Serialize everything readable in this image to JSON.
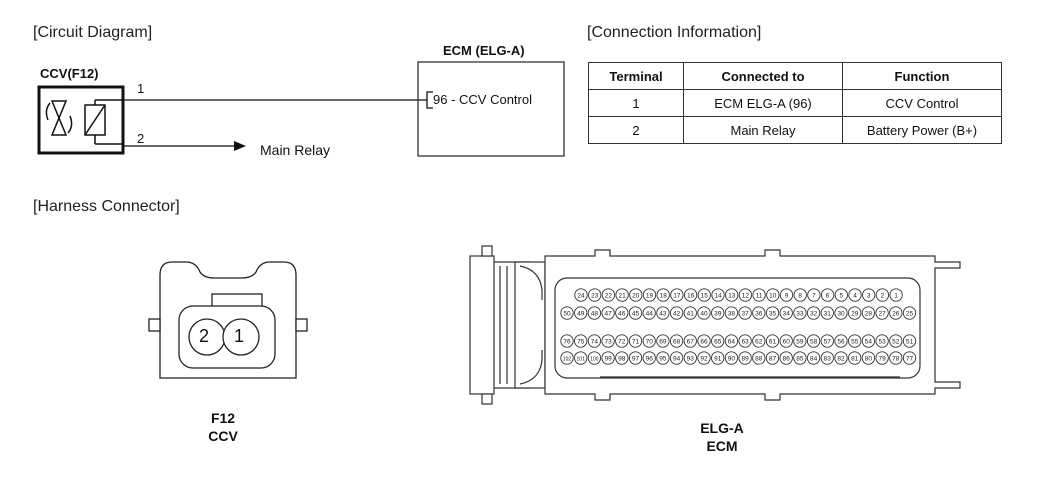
{
  "sections": {
    "circuit": "[Circuit Diagram]",
    "connection": "[Connection Information]",
    "harness": "[Harness Connector]"
  },
  "circuit": {
    "ccv_label": "CCV(F12)",
    "ecm_label": "ECM (ELG-A)",
    "wire1_num": "1",
    "wire2_num": "2",
    "ecm_pin_text": "96 - CCV Control",
    "main_relay": "Main Relay"
  },
  "table": {
    "headers": [
      "Terminal",
      "Connected to",
      "Function"
    ],
    "rows": [
      [
        "1",
        "ECM ELG-A (96)",
        "CCV Control"
      ],
      [
        "2",
        "Main Relay",
        "Battery Power (B+)"
      ]
    ]
  },
  "connectors": {
    "f12": {
      "pins": [
        "2",
        "1"
      ],
      "label1": "F12",
      "label2": "CCV"
    },
    "elg": {
      "label1": "ELG-A",
      "label2": "ECM",
      "row1": [
        "24",
        "23",
        "22",
        "21",
        "20",
        "19",
        "18",
        "17",
        "16",
        "15",
        "14",
        "13",
        "12",
        "11",
        "10",
        "9",
        "8",
        "7",
        "6",
        "5",
        "4",
        "3",
        "2",
        "1"
      ],
      "row2": [
        "50",
        "49",
        "48",
        "47",
        "46",
        "45",
        "44",
        "43",
        "42",
        "41",
        "40",
        "39",
        "38",
        "37",
        "36",
        "35",
        "34",
        "33",
        "32",
        "31",
        "30",
        "29",
        "28",
        "27",
        "26",
        "25"
      ],
      "row3": [
        "76",
        "75",
        "74",
        "73",
        "72",
        "71",
        "70",
        "69",
        "68",
        "67",
        "66",
        "65",
        "64",
        "63",
        "62",
        "61",
        "60",
        "59",
        "58",
        "57",
        "56",
        "55",
        "54",
        "53",
        "52",
        "51"
      ],
      "row4": [
        "102",
        "101",
        "100",
        "99",
        "98",
        "97",
        "96",
        "95",
        "94",
        "93",
        "92",
        "91",
        "90",
        "89",
        "88",
        "87",
        "86",
        "85",
        "84",
        "83",
        "82",
        "81",
        "80",
        "79",
        "78",
        "77"
      ]
    }
  }
}
